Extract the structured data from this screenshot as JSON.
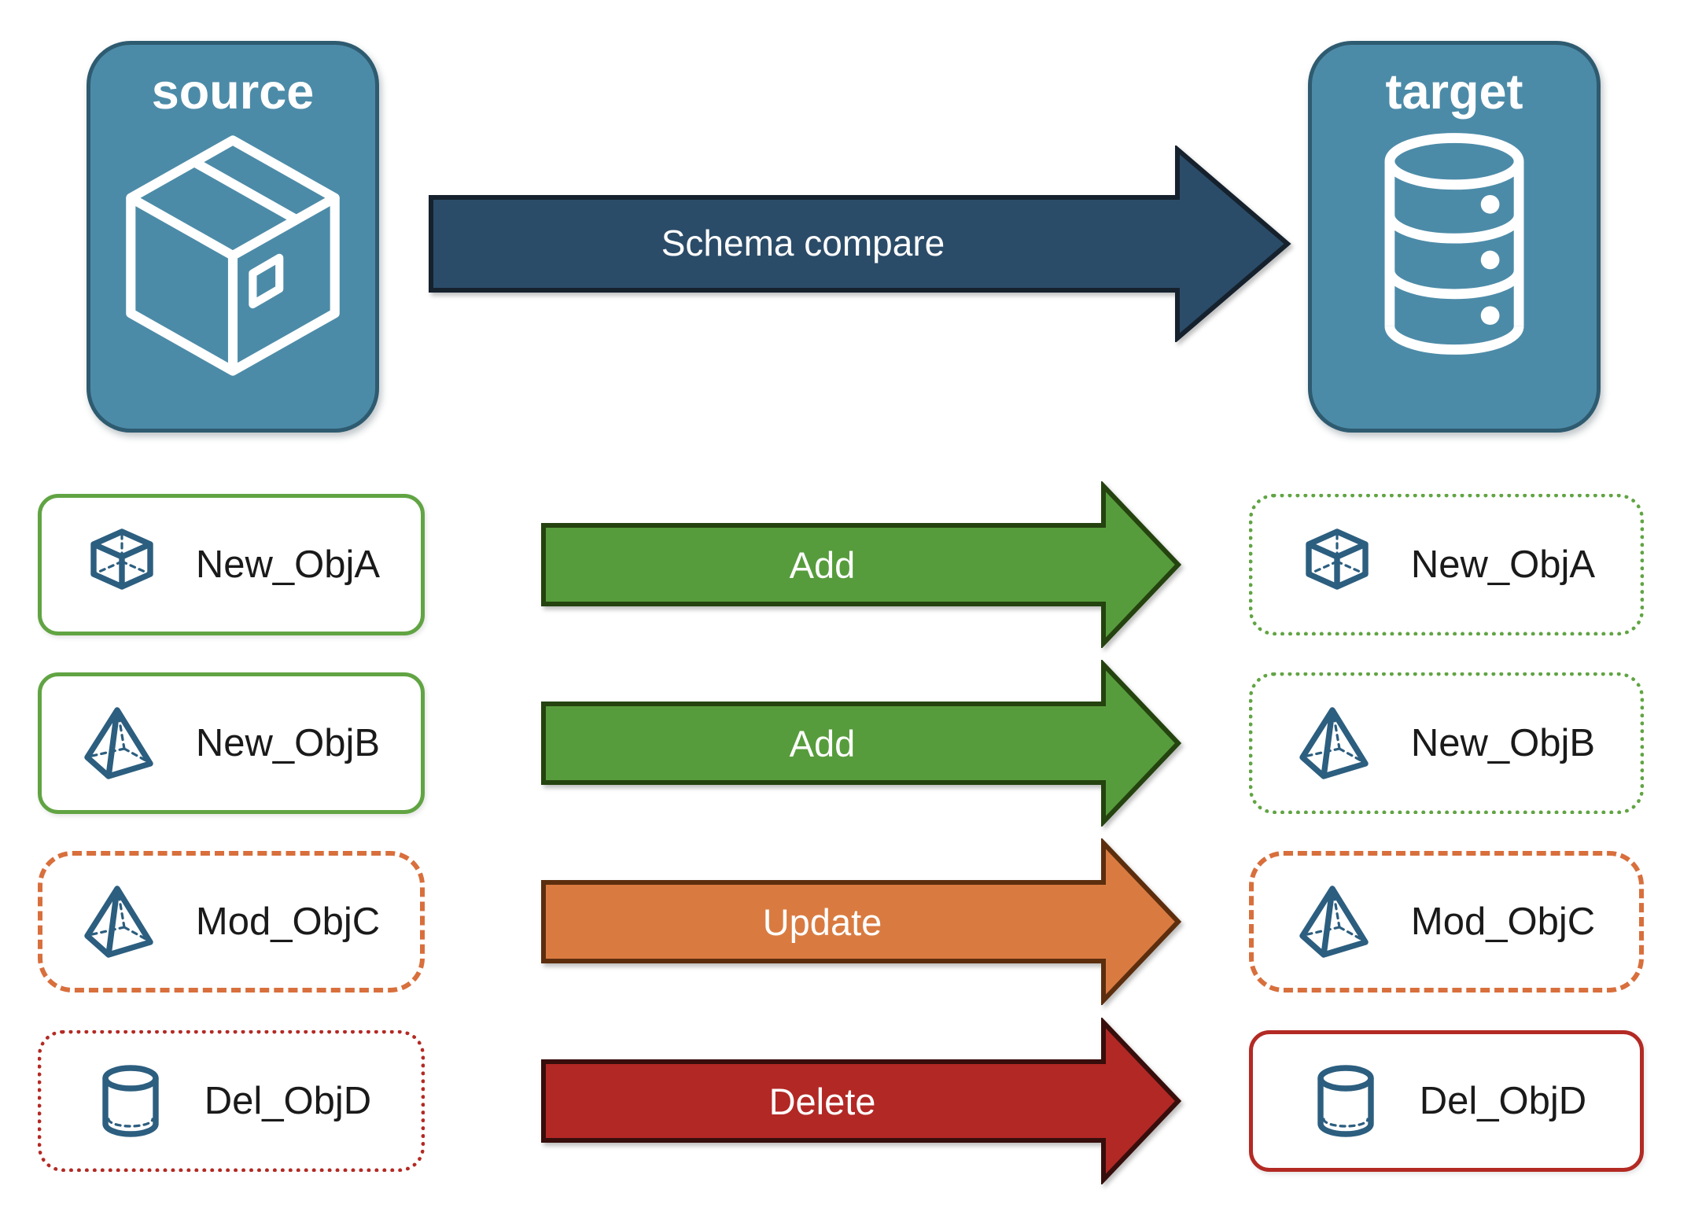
{
  "diagram": {
    "kind": "schema-compare-flow"
  },
  "source_panel": {
    "label": "source",
    "icon": "package-box-icon"
  },
  "target_panel": {
    "label": "target",
    "icon": "database-icon"
  },
  "compare_arrow": {
    "label": "Schema compare"
  },
  "rows": [
    {
      "name": "New_ObjA",
      "action": "Add",
      "icon": "cube-icon",
      "icon_ref": "#sym-cube",
      "source_box_style": "solid-green",
      "target_box_style": "dotted-green"
    },
    {
      "name": "New_ObjB",
      "action": "Add",
      "icon": "pyramid-icon",
      "icon_ref": "#sym-pyramid",
      "source_box_style": "solid-green",
      "target_box_style": "dotted-green"
    },
    {
      "name": "Mod_ObjC",
      "action": "Update",
      "icon": "pyramid-icon",
      "icon_ref": "#sym-pyramid",
      "source_box_style": "dashed-orange",
      "target_box_style": "dashed-orange"
    },
    {
      "name": "Del_ObjD",
      "action": "Delete",
      "icon": "cylinder-icon",
      "icon_ref": "#sym-cylinder",
      "source_box_style": "dotted-red",
      "target_box_style": "solid-red"
    }
  ],
  "colors": {
    "panel_blue": "#4C8BA8",
    "panel_border": "#2E5B70",
    "navy_arrow": "#2B4C68",
    "navy_arrow_border": "#15212D",
    "green_arrow": "#579C3C",
    "green_arrow_border": "#24430F",
    "green_box_border": "#61A443",
    "orange_arrow": "#D97B41",
    "orange_arrow_border": "#5C2E0E",
    "orange_box_border": "#D86F3C",
    "red_arrow": "#B22825",
    "red_arrow_border": "#370E0C",
    "red_box_border": "#B32A24",
    "icon_blue": "#2C5E7F",
    "label_text": "#1A1A1A",
    "arrow_text": "#FFFFFF"
  }
}
